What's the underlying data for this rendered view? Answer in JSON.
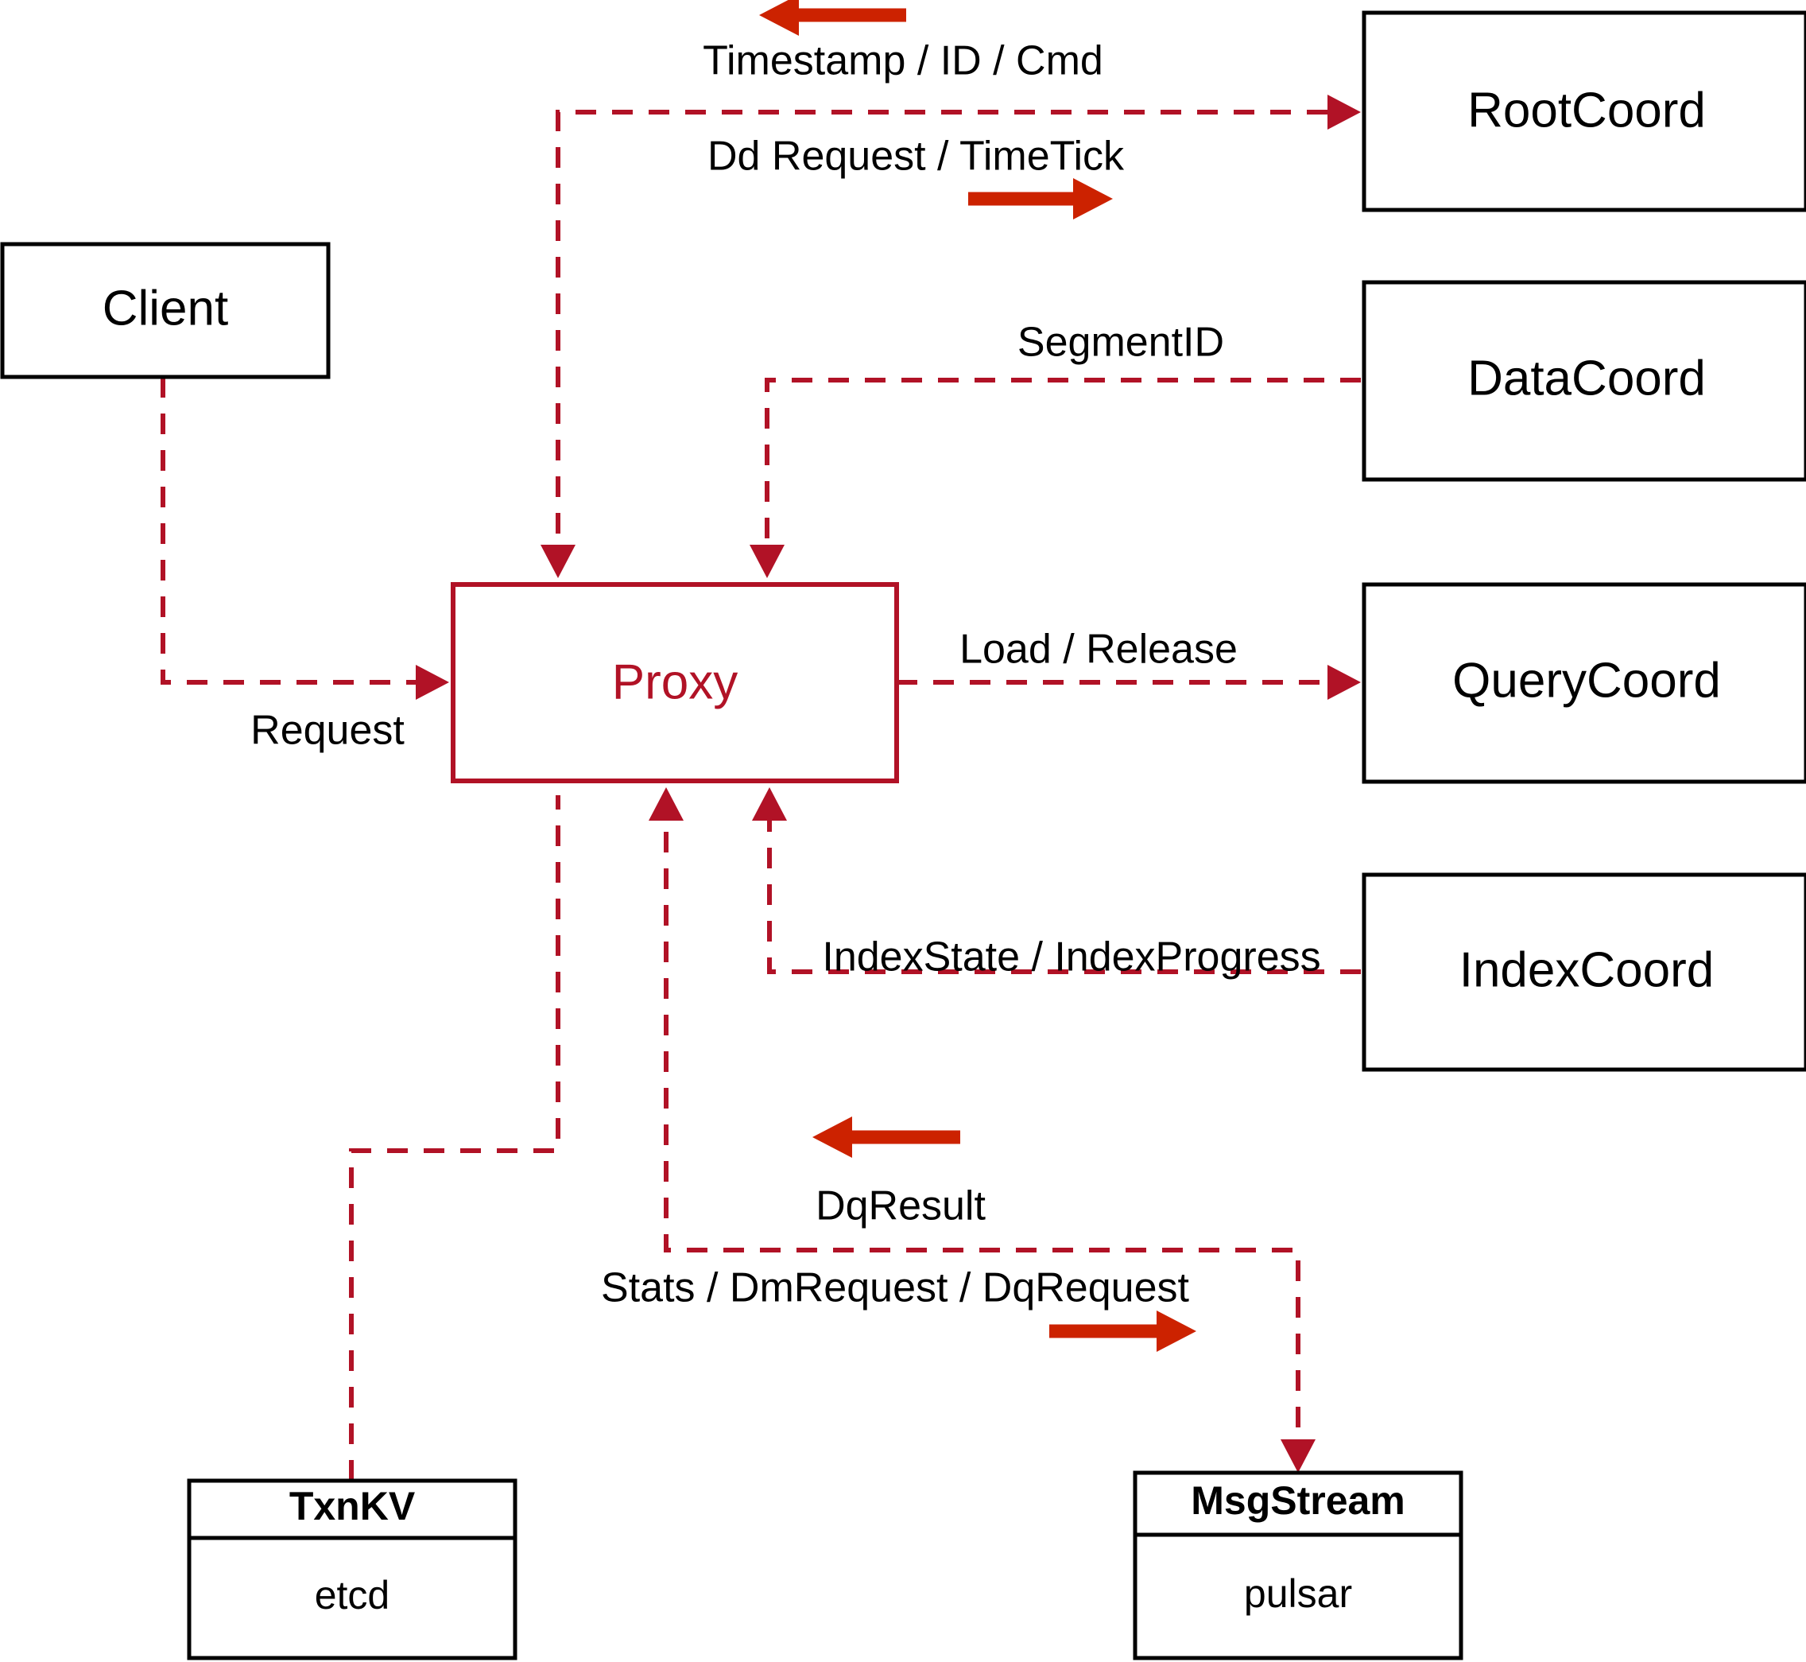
{
  "diagram": {
    "title": "Milvus Proxy Architecture",
    "accent_color": "#B11226",
    "arrow_color": "#CC2200",
    "node_border_color": "#000000"
  },
  "nodes": {
    "client": {
      "label": "Client"
    },
    "proxy": {
      "label": "Proxy"
    },
    "root_coord": {
      "label": "RootCoord"
    },
    "data_coord": {
      "label": "DataCoord"
    },
    "query_coord": {
      "label": "QueryCoord"
    },
    "index_coord": {
      "label": "IndexCoord"
    },
    "txnkv": {
      "header": "TxnKV",
      "impl": "etcd"
    },
    "msgstream": {
      "header": "MsgStream",
      "impl": "pulsar"
    }
  },
  "edge_labels": {
    "timestamp_id_cmd": "Timestamp / ID / Cmd",
    "dd_request_timetick": "Dd Request / TimeTick",
    "segment_id": "SegmentID",
    "request": "Request",
    "load_release": "Load / Release",
    "index_state_progress": "IndexState / IndexProgress",
    "dq_result": "DqResult",
    "stats_dm_dq_request": "Stats / DmRequest / DqRequest"
  },
  "direction_arrows": {
    "timestamp_dir": "left",
    "dd_request_dir": "right",
    "dq_result_dir": "left",
    "stats_dir": "right"
  }
}
